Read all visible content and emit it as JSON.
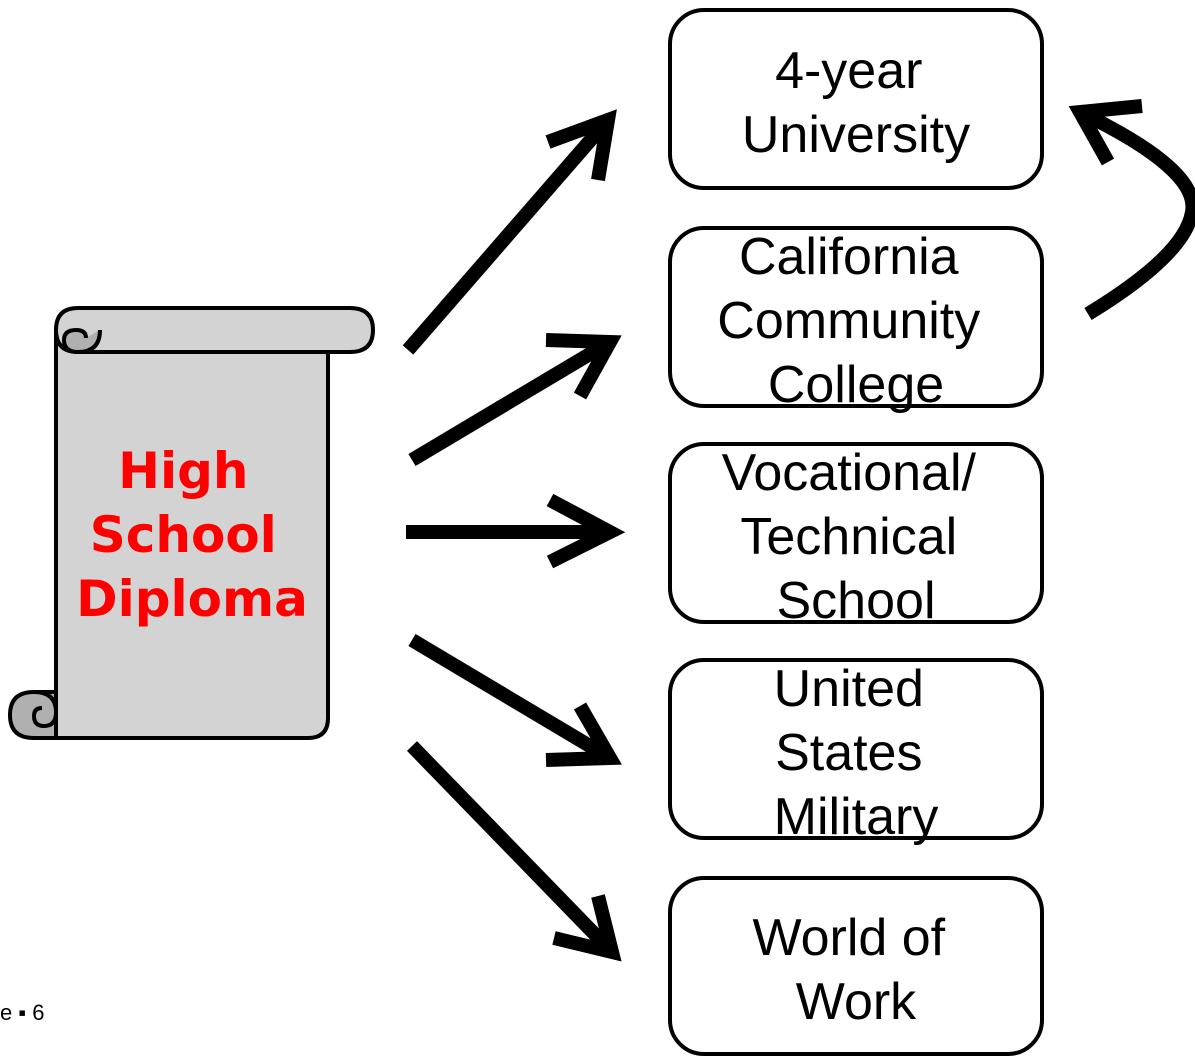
{
  "diploma": {
    "lines": [
      "High",
      "School",
      "Diploma"
    ],
    "text_color": "#ff0000",
    "scroll_fill": "#d3d3d3"
  },
  "destinations": [
    {
      "id": "university",
      "lines": [
        "4-year",
        "University"
      ]
    },
    {
      "id": "community-college",
      "lines": [
        "California",
        "Community",
        "College"
      ]
    },
    {
      "id": "vocational",
      "lines": [
        "Vocational/",
        "Technical",
        "School"
      ]
    },
    {
      "id": "military",
      "lines": [
        "United",
        "States",
        "Military"
      ]
    },
    {
      "id": "work",
      "lines": [
        "World of",
        "Work"
      ]
    }
  ],
  "footer": {
    "slide_label": "e ▪ 6"
  }
}
